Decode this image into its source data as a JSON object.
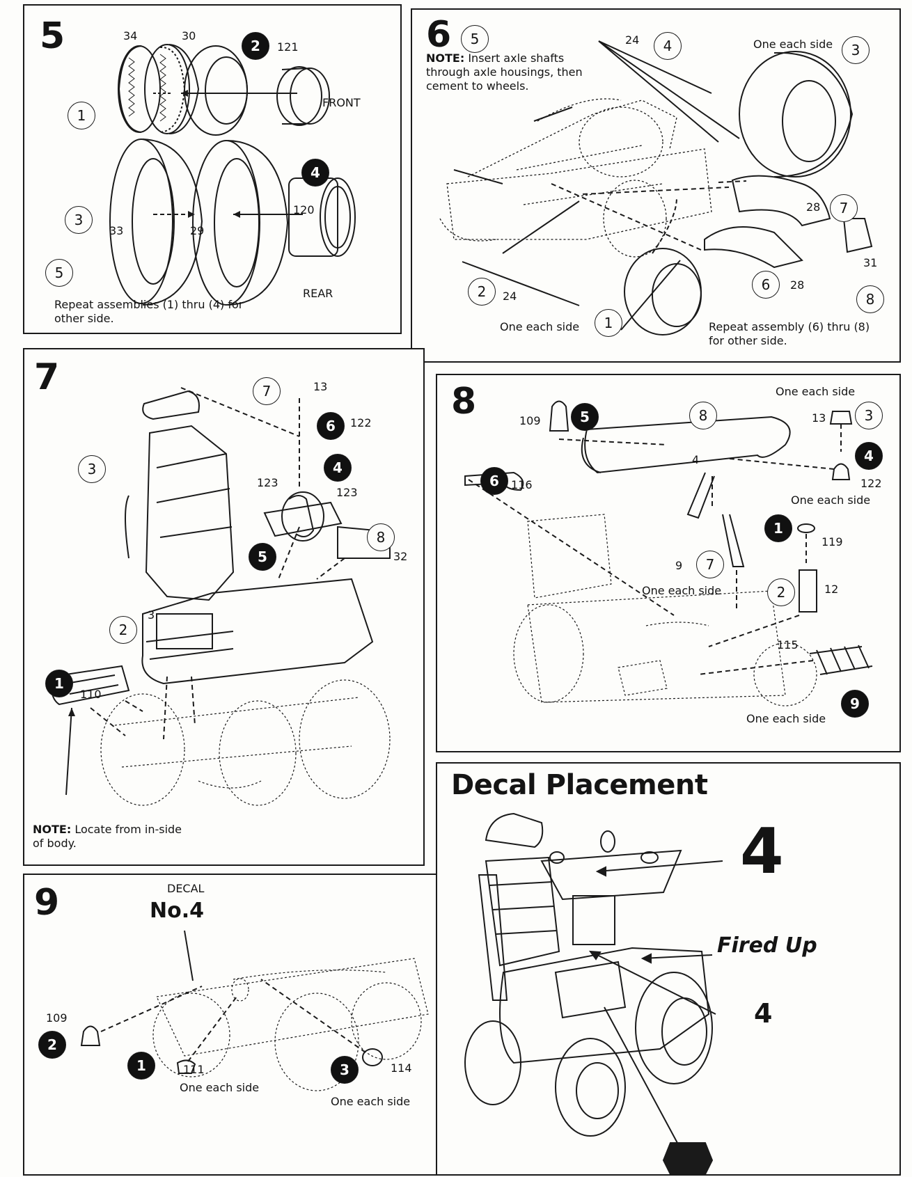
{
  "step5": {
    "number": "5",
    "labels": [
      "34",
      "30",
      "121",
      "FRONT",
      "120",
      "33",
      "29",
      "REAR"
    ],
    "circles": [
      {
        "n": "2",
        "filled": true
      },
      {
        "n": "1",
        "filled": false
      },
      {
        "n": "4",
        "filled": true
      },
      {
        "n": "3",
        "filled": false
      },
      {
        "n": "5",
        "filled": false
      }
    ],
    "note": "Repeat assemblies (1) thru (4) for other side."
  },
  "step6": {
    "number": "6",
    "note_label": "NOTE:",
    "note_text": "Insert axle shafts through axle housings, then cement to wheels.",
    "labels": [
      "24",
      "One each side",
      "28",
      "31",
      "28",
      "24",
      "One each side"
    ],
    "circles": [
      {
        "n": "5",
        "filled": false
      },
      {
        "n": "4",
        "filled": false
      },
      {
        "n": "3",
        "filled": false
      },
      {
        "n": "7",
        "filled": false
      },
      {
        "n": "6",
        "filled": false
      },
      {
        "n": "8",
        "filled": false
      },
      {
        "n": "2",
        "filled": false
      },
      {
        "n": "1",
        "filled": false
      }
    ],
    "repeat_note": "Repeat assembly (6) thru (8) for other side."
  },
  "step7": {
    "number": "7",
    "labels": [
      "13",
      "122",
      "123",
      "123",
      "32",
      "3",
      "110"
    ],
    "circles": [
      {
        "n": "7",
        "filled": false
      },
      {
        "n": "6",
        "filled": true
      },
      {
        "n": "3",
        "filled": false
      },
      {
        "n": "4",
        "filled": true
      },
      {
        "n": "5",
        "filled": true
      },
      {
        "n": "8",
        "filled": false
      },
      {
        "n": "2",
        "filled": false
      },
      {
        "n": "1",
        "filled": true
      }
    ],
    "note_label": "NOTE:",
    "note_text": "Locate from in-side of body."
  },
  "step8": {
    "number": "8",
    "labels": [
      "One each side",
      "109",
      "13",
      "4",
      "122",
      "One each side",
      "116",
      "119",
      "9",
      "One each side",
      "12",
      "115",
      "One each side"
    ],
    "circles": [
      {
        "n": "5",
        "filled": true
      },
      {
        "n": "8",
        "filled": false
      },
      {
        "n": "3",
        "filled": false
      },
      {
        "n": "4",
        "filled": true
      },
      {
        "n": "6",
        "filled": true
      },
      {
        "n": "1",
        "filled": true
      },
      {
        "n": "7",
        "filled": false
      },
      {
        "n": "2",
        "filled": false
      },
      {
        "n": "9",
        "filled": true
      }
    ]
  },
  "step9": {
    "number": "9",
    "decal_label": "DECAL",
    "decal_no": "No.4",
    "labels": [
      "109",
      "111",
      "One each side",
      "114",
      "One each side"
    ],
    "circles": [
      {
        "n": "2",
        "filled": true
      },
      {
        "n": "1",
        "filled": true
      },
      {
        "n": "3",
        "filled": true
      }
    ]
  },
  "decal": {
    "title": "Decal Placement",
    "big_number": "4",
    "fired_up": "Fired Up",
    "small_number": "4"
  }
}
